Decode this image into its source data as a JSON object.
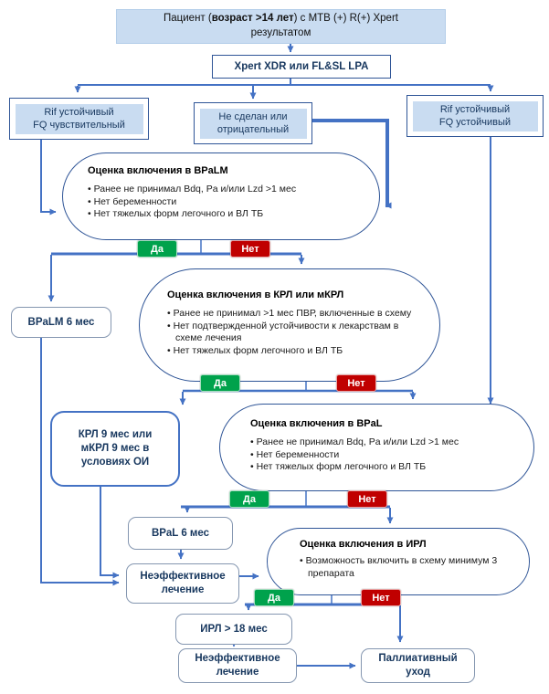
{
  "labels": {
    "yes": "Да",
    "no": "Нет"
  },
  "colors": {
    "yes_green": "#00a24c",
    "no_red": "#c00000",
    "connector_blue": "#4472c4",
    "node_border_navy": "#2f5597",
    "light_blue_fill": "#c9dcf1",
    "text_navy": "#17375e"
  },
  "nodes": {
    "patient": {
      "pre": "Пациент (",
      "bold": "возраст >14 лет",
      "post": ") с МТВ (+) R(+) Xpert результатом"
    },
    "test": {
      "label": "Xpert XDR или FL&SL LPA"
    },
    "branch_left": {
      "line1": "Rif устойчивый",
      "line2": "FQ чувствительный"
    },
    "branch_mid": {
      "line1": "Не сделан или",
      "line2": "отрицательный"
    },
    "branch_right": {
      "line1": "Rif устойчивый",
      "line2": "FQ устойчивый"
    },
    "bpalm_eval": {
      "title": "Оценка включения в BPaLM",
      "bullets": [
        "Ранее не принимал Bdq, Pa и/или Lzd >1 мес",
        "Нет беременности",
        "Нет тяжелых форм легочного и ВЛ ТБ"
      ]
    },
    "bpalm6": {
      "label": "BPaLM 6 мес"
    },
    "krl_eval": {
      "title": "Оценка включения в КРЛ или мКРЛ",
      "bullets": [
        "Ранее не принимал >1 мес ПВР, включенные в схему",
        "Нет подтвержденной устойчивости к лекарствам в схеме лечения",
        "Нет тяжелых форм легочного и ВЛ ТБ"
      ]
    },
    "krl9": {
      "label": "КРЛ 9 мес или мКРЛ 9 мес в условиях ОИ"
    },
    "bpal_eval": {
      "title": "Оценка включения в BPaL",
      "bullets": [
        "Ранее не принимал Bdq, Pa и/или Lzd >1 мес",
        "Нет беременности",
        "Нет тяжелых форм легочного и ВЛ ТБ"
      ]
    },
    "bpal6": {
      "label": "BPaL 6 мес"
    },
    "ineffective1": {
      "label": "Неэффективное лечение"
    },
    "irl_eval": {
      "title": "Оценка включения в ИРЛ",
      "bullets": [
        "Возможность включить в схему минимум 3 препарата"
      ]
    },
    "irl18": {
      "label": "ИРЛ > 18 мес"
    },
    "ineffective2": {
      "label": "Неэффективное лечение"
    },
    "palliative": {
      "label": "Паллиативный уход"
    }
  }
}
